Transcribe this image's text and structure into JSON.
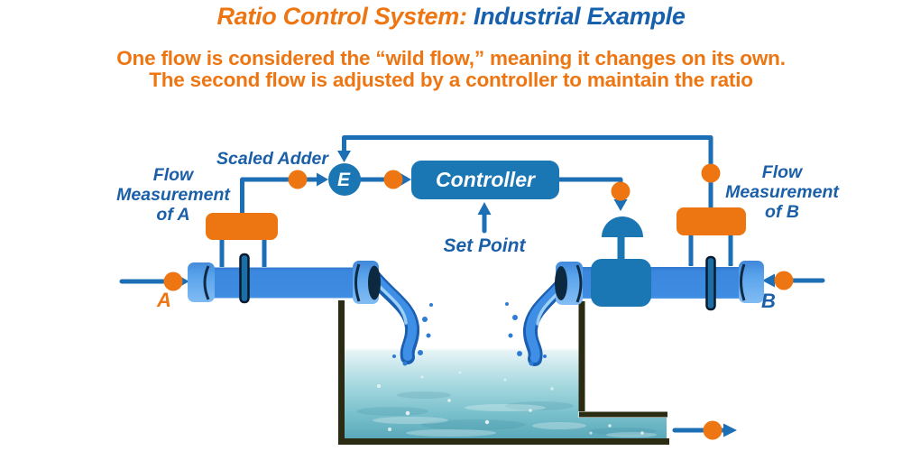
{
  "title": {
    "part1": "Ratio Control System:",
    "part2": "Industrial Example"
  },
  "subtitle": {
    "line1": "One flow is considered the “wild flow,” meaning it changes on its own.",
    "line2": "The second flow is adjusted by a controller to maintain the ratio"
  },
  "diagram": {
    "labels": {
      "scaled_adder": "Scaled Adder",
      "flow_a": {
        "l1": "Flow",
        "l2": "Measurement",
        "l3": "of A"
      },
      "flow_b": {
        "l1": "Flow",
        "l2": "Measurement",
        "l3": "of B"
      },
      "set_point": "Set Point",
      "controller": "Controller",
      "adder_symbol": "E",
      "stream_a": "A",
      "stream_b": "B"
    }
  },
  "colors": {
    "accent_orange": "#ED7612",
    "title_blue": "#1660AE",
    "label_blue": "#1A5FA8",
    "line_blue": "#1C6FB4",
    "node_blue": "#1B76B4",
    "pipe_blue": "#3B87DE",
    "pipe_light": "#5AA4EC",
    "tank_wall": "#2B2A12",
    "water_teal": "#7CC2CD"
  }
}
